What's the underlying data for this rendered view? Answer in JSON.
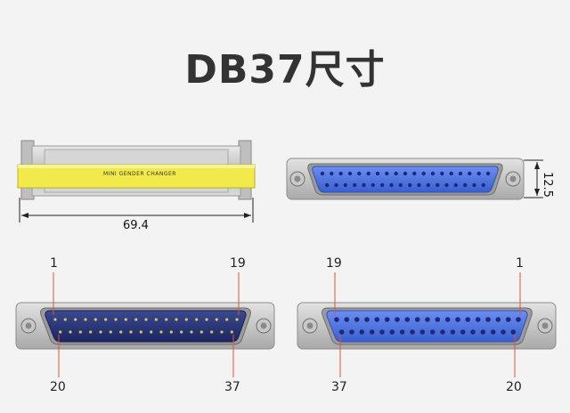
{
  "title": "DB37尺寸",
  "side_view": {
    "band_text": "MINI GENDER CHANGER",
    "length_dim": "69.4"
  },
  "front_view": {
    "height_dim": "12.5"
  },
  "male_view": {
    "label_top_left": "1",
    "label_top_right": "19",
    "label_bottom_left": "20",
    "label_bottom_right": "37"
  },
  "female_view": {
    "label_top_left": "19",
    "label_top_right": "1",
    "label_bottom_left": "37",
    "label_bottom_right": "20"
  },
  "colors": {
    "insulator": "#4a73d8",
    "band": "#f1ea4a",
    "shell": "#cfcfcf"
  }
}
